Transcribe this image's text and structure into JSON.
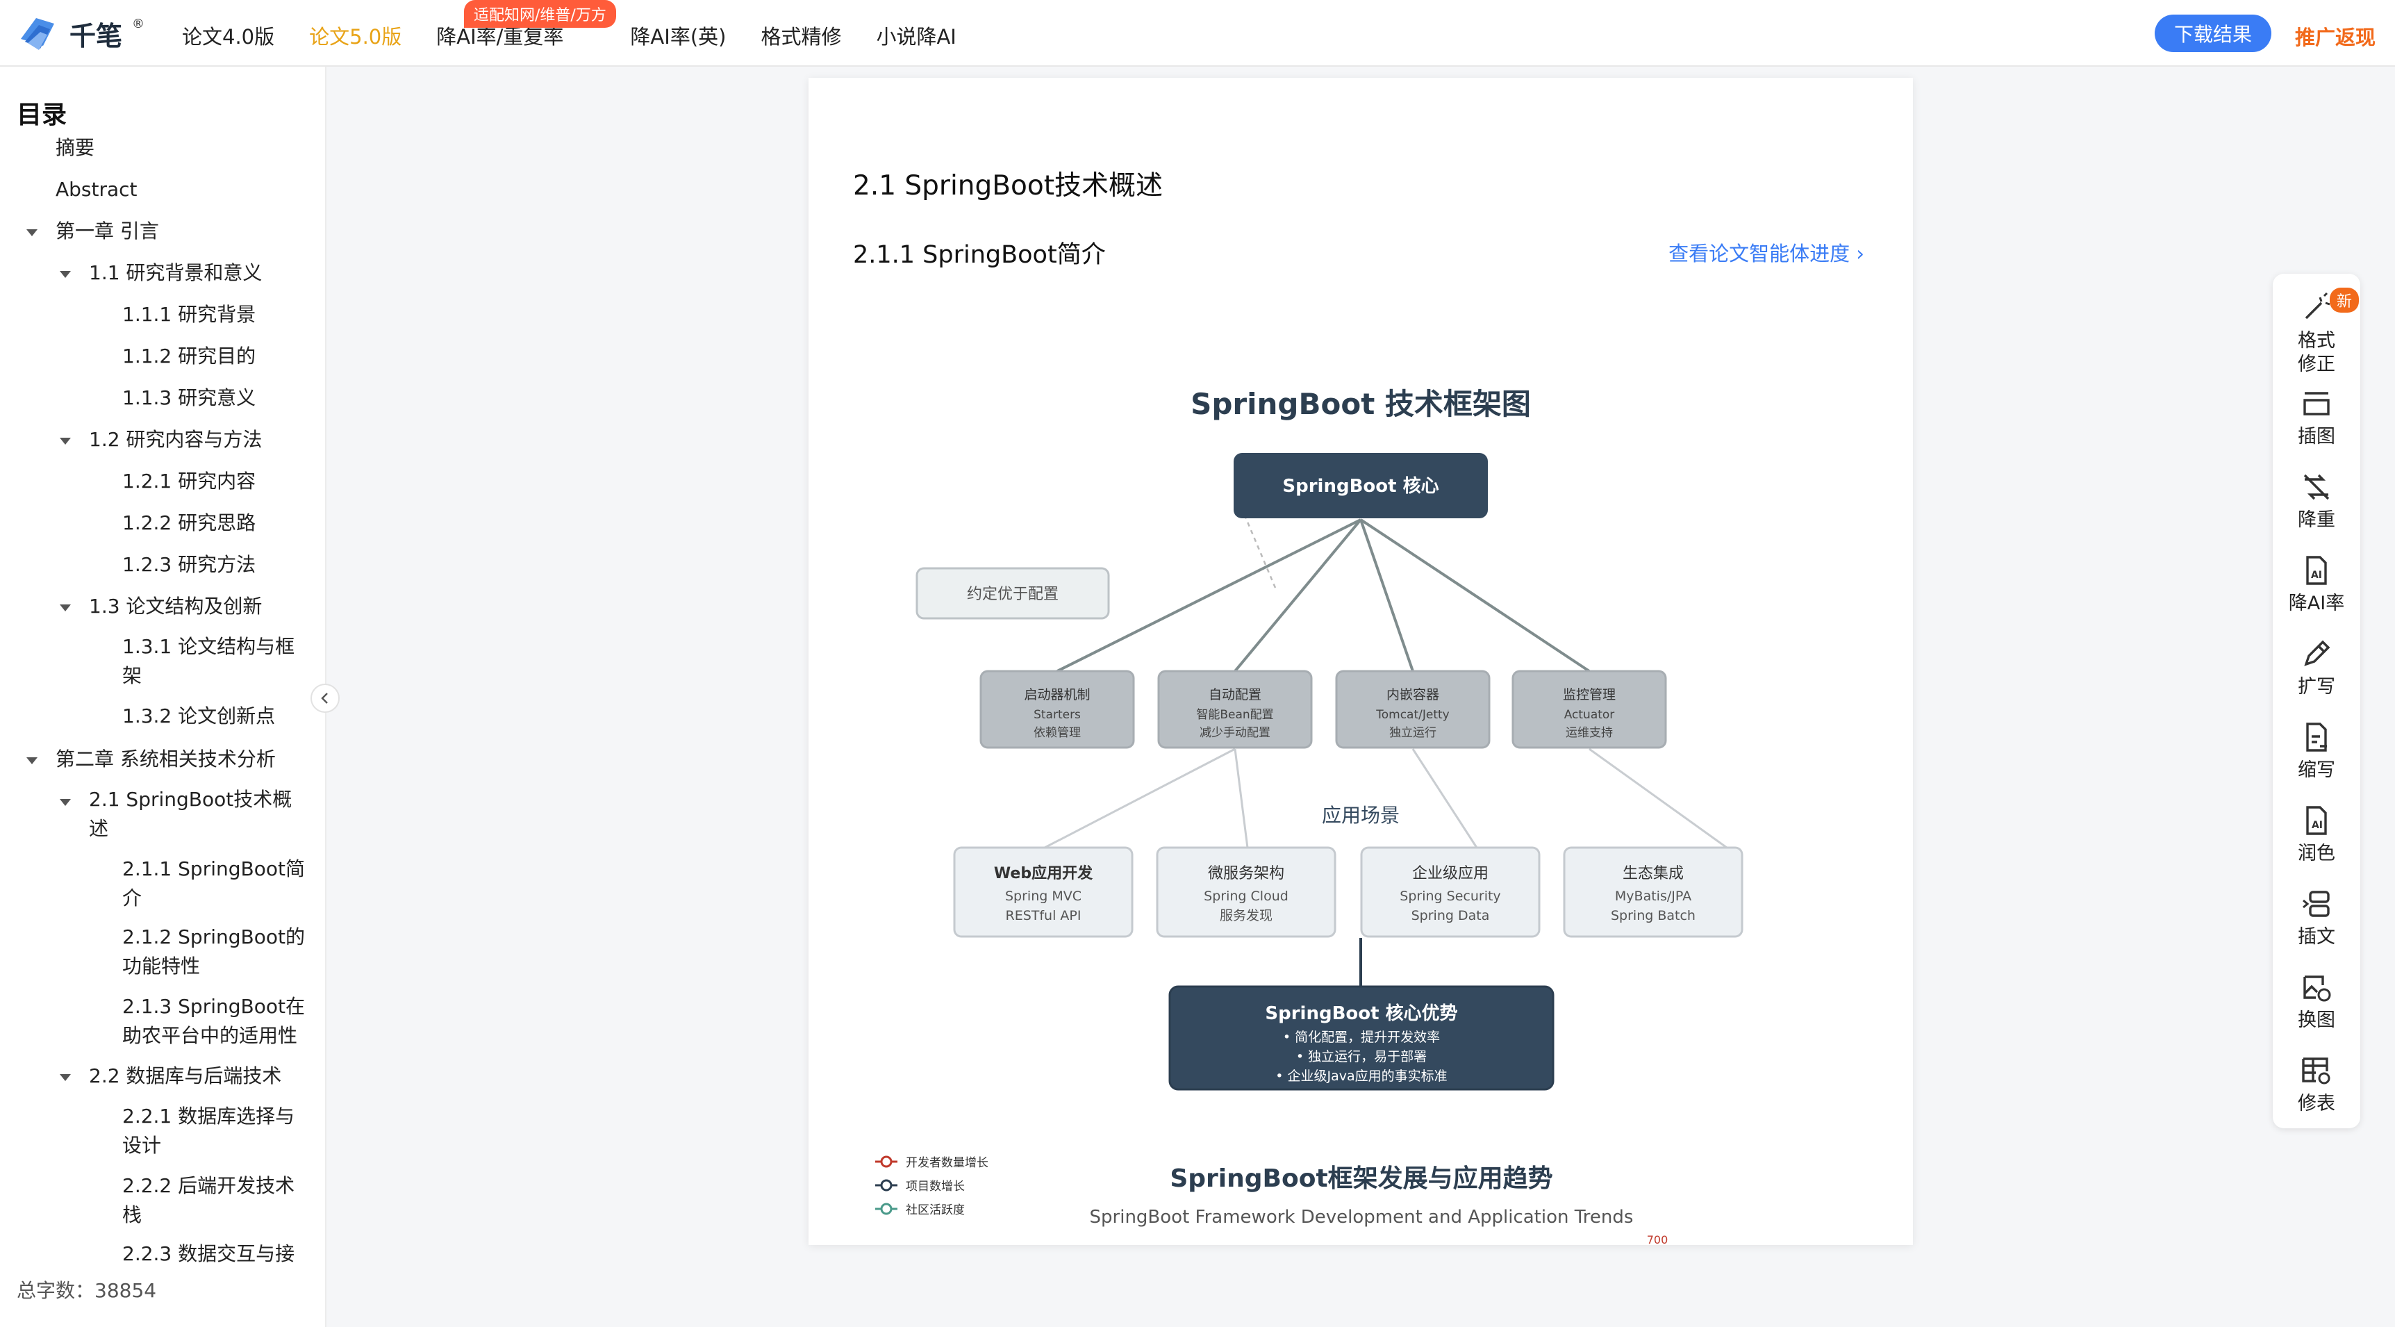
{
  "brand": {
    "name": "千笔",
    "reg": "®"
  },
  "nav": {
    "items": [
      "论文4.0版",
      "论文5.0版",
      "降AI率/重复率",
      "降AI率(英)",
      "格式精修",
      "小说降AI"
    ],
    "badge": "适配知网/维普/万方"
  },
  "header": {
    "download": "下载结果",
    "promo": "推广返现"
  },
  "toc": {
    "title": "目录",
    "items": [
      "摘要",
      "Abstract",
      "第一章 引言",
      "1.1 研究背景和意义",
      "1.1.1 研究背景",
      "1.1.2 研究目的",
      "1.1.3 研究意义",
      "1.2 研究内容与方法",
      "1.2.1 研究内容",
      "1.2.2 研究思路",
      "1.2.3 研究方法",
      "1.3 论文结构及创新",
      "1.3.1 论文结构与框",
      "架",
      "1.3.2 论文创新点",
      "第二章 系统相关技术分析",
      "2.1 SpringBoot技术概",
      "述",
      "2.1.1 SpringBoot简",
      "介",
      "2.1.2 SpringBoot的",
      "功能特性",
      "2.1.3 SpringBoot在",
      "助农平台中的适用性",
      "2.2 数据库与后端技术",
      "2.2.1 数据库选择与",
      "设计",
      "2.2.2 后端开发技术",
      "栈",
      "2.2.3 数据交互与接"
    ],
    "word_count": "总字数：38854"
  },
  "doc": {
    "h2": "2.1 SpringBoot技术概述",
    "h3": "2.1.1 SpringBoot简介",
    "agent_link": "查看论文智能体进度 ›"
  },
  "diagram": {
    "title": "SpringBoot 技术框架图",
    "core": "SpringBoot 核心",
    "side": "约定优于配置",
    "modules": [
      {
        "l1": "启动器机制",
        "l2": "Starters",
        "l3": "依赖管理"
      },
      {
        "l1": "自动配置",
        "l2": "智能Bean配置",
        "l3": "减少手动配置"
      },
      {
        "l1": "内嵌容器",
        "l2": "Tomcat/Jetty",
        "l3": "独立运行"
      },
      {
        "l1": "监控管理",
        "l2": "Actuator",
        "l3": "运维支持"
      }
    ],
    "scene_label": "应用场景",
    "scenes": [
      {
        "l1": "Web应用开发",
        "l2": "Spring MVC",
        "l3": "RESTful API"
      },
      {
        "l1": "微服务架构",
        "l2": "Spring Cloud",
        "l3": "服务发现"
      },
      {
        "l1": "企业级应用",
        "l2": "Spring Security",
        "l3": "Spring Data"
      },
      {
        "l1": "生态集成",
        "l2": "MyBatis/JPA",
        "l3": "Spring Batch"
      }
    ],
    "adv_title": "SpringBoot 核心优势",
    "adv": [
      "• 简化配置，提升开发效率",
      "• 独立运行，易于部署",
      "• 企业级Java应用的事实标准"
    ]
  },
  "chart2": {
    "title": "SpringBoot框架发展与应用趋势",
    "subtitle": "SpringBoot Framework Development and Application Trends",
    "legend": [
      "开发者数量增长",
      "项目数增长",
      "社区活跃度"
    ],
    "legend_colors": [
      "#c0392b",
      "#2c3e50",
      "#4a9a8a"
    ],
    "tick_right": "700"
  },
  "tools": [
    "格式修正",
    "插图",
    "降重",
    "降AI率",
    "扩写",
    "缩写",
    "润色",
    "插文",
    "换图",
    "修表"
  ],
  "new_badge": "新"
}
